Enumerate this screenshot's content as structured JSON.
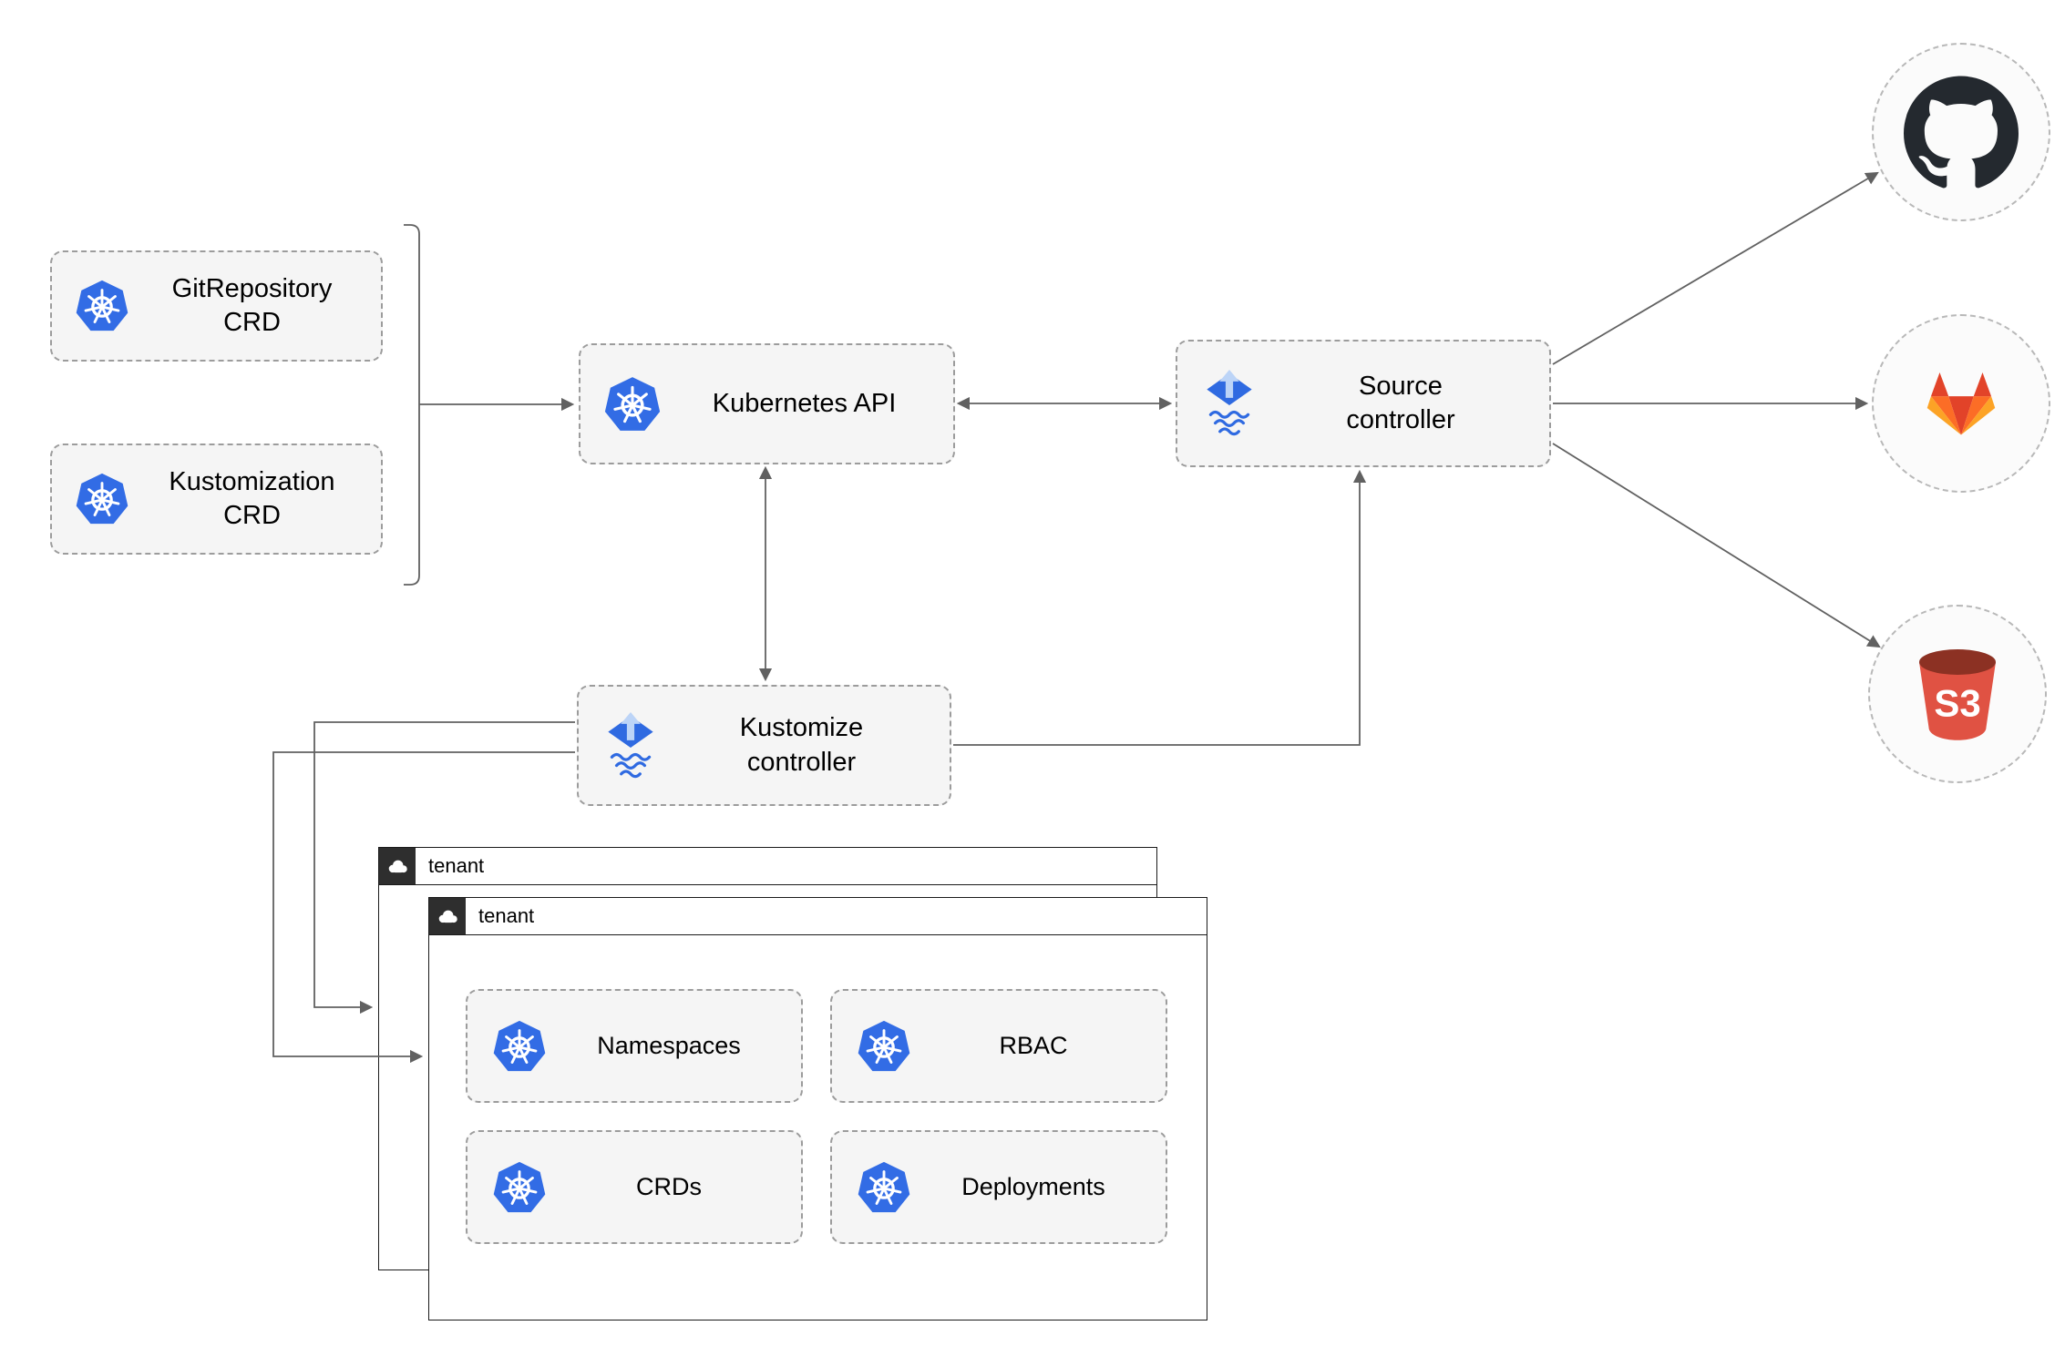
{
  "colors": {
    "kubernetes_blue": "#326ce5",
    "flux_blue": "#2f6ae1",
    "flux_arrow_light": "#bcd4f7",
    "github_dark": "#24292f",
    "gitlab_red": "#e24329",
    "gitlab_orange": "#fc6d26",
    "gitlab_amber": "#fca326",
    "s3_red": "#e05243",
    "s3_dark_red": "#8c3123",
    "node_fill": "#f5f5f5",
    "node_border": "#9c9c9c",
    "tenant_border": "#1a1a1a",
    "tenant_chip": "#2e2e2e",
    "connector_gray": "#616161"
  },
  "nodes": {
    "gitrepository_crd": {
      "label": "GitRepository\nCRD",
      "icon": "kubernetes-icon"
    },
    "kustomization_crd": {
      "label": "Kustomization\nCRD",
      "icon": "kubernetes-icon"
    },
    "kubernetes_api": {
      "label": "Kubernetes API",
      "icon": "kubernetes-icon"
    },
    "source_controller": {
      "label": "Source\ncontroller",
      "icon": "flux-icon"
    },
    "kustomize_controller": {
      "label": "Kustomize\ncontroller",
      "icon": "flux-icon"
    }
  },
  "externals": {
    "github": {
      "icon": "github-icon"
    },
    "gitlab": {
      "icon": "gitlab-icon"
    },
    "s3": {
      "icon": "s3-bucket-icon",
      "label": "S3"
    }
  },
  "tenants": {
    "back": {
      "label": "tenant",
      "icon": "cloud-icon"
    },
    "front": {
      "label": "tenant",
      "icon": "cloud-icon"
    }
  },
  "resources": {
    "namespaces": {
      "label": "Namespaces",
      "icon": "kubernetes-icon"
    },
    "rbac": {
      "label": "RBAC",
      "icon": "kubernetes-icon"
    },
    "crds": {
      "label": "CRDs",
      "icon": "kubernetes-icon"
    },
    "deployments": {
      "label": "Deployments",
      "icon": "kubernetes-icon"
    }
  }
}
